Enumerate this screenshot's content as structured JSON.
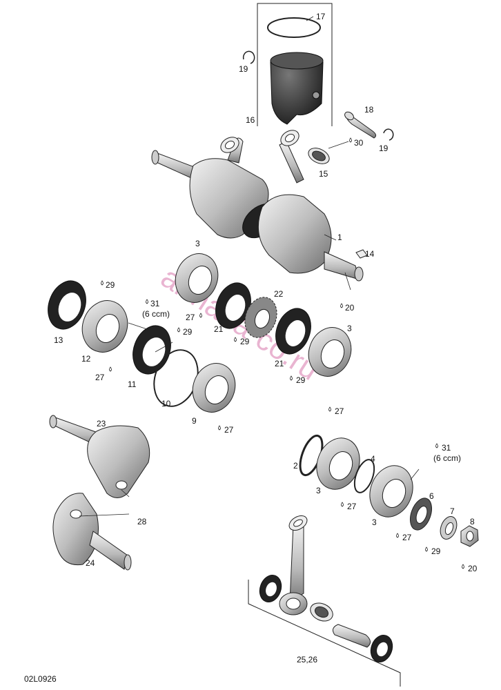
{
  "diagram": {
    "drawing_code": "02L0926",
    "watermark": "armada-co.ru",
    "labels": {
      "p1": "1",
      "p2": "2",
      "p3a": "3",
      "p3b": "3",
      "p3c": "3",
      "p3d": "3",
      "p4": "4",
      "p6": "6",
      "p7": "7",
      "p8": "8",
      "p9": "9",
      "p10": "10",
      "p11": "11",
      "p12": "12",
      "p13": "13",
      "p14": "14",
      "p15": "15",
      "p16": "16",
      "p17": "17",
      "p18": "18",
      "p19a": "19",
      "p19b": "19",
      "p20a": "20",
      "p20b": "20",
      "p21a": "21",
      "p21b": "21",
      "p22": "22",
      "p23": "23",
      "p24": "24",
      "p2526": "25,26",
      "p27a": "27",
      "p27b": "27",
      "p27c": "27",
      "p27d": "27",
      "p27e": "27",
      "p27f": "27",
      "p28": "28",
      "p29a": "29",
      "p29b": "29",
      "p29c": "29",
      "p29d": "29",
      "p29e": "29",
      "p30": "30",
      "p31a": "31",
      "p31b": "31",
      "ccm_a": "(6 ccm)",
      "ccm_b": "(6 ccm)"
    }
  }
}
